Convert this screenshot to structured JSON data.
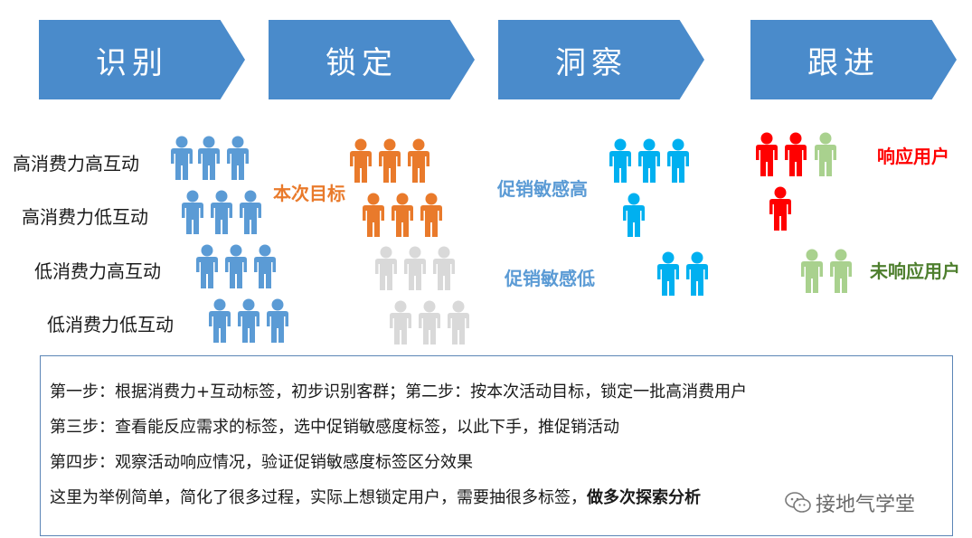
{
  "header": {
    "stages": [
      {
        "label": "识别",
        "color": "#4A8BCB"
      },
      {
        "label": "锁定",
        "color": "#4A8BCB"
      },
      {
        "label": "洞察",
        "color": "#4A8BCB"
      },
      {
        "label": "跟进",
        "color": "#4A8BCB"
      }
    ]
  },
  "rows": [
    {
      "label": "高消费力高互动"
    },
    {
      "label": "高消费力低互动"
    },
    {
      "label": "低消费力高互动"
    },
    {
      "label": "低消费力低互动"
    }
  ],
  "tags": {
    "target": {
      "text": "本次目标",
      "color": "#E97A2B"
    },
    "promo_high": {
      "text": "促销敏感高",
      "color": "#5B9BD5"
    },
    "promo_low": {
      "text": "促销敏感低",
      "color": "#5B9BD5"
    },
    "responded": {
      "text": "响应用户",
      "color": "#FF0000"
    },
    "not_responded": {
      "text": "未响应用户",
      "color": "#4E7F2E"
    }
  },
  "colors": {
    "blue": "#5B9BD5",
    "orange": "#E97A2B",
    "gray": "#D9D9D9",
    "cyan": "#00B0F0",
    "red": "#FF0000",
    "green": "#A9D18E"
  },
  "steps": {
    "line1": "第一步：根据消费力+互动标签，初步识别客群；第二步：按本次活动目标，锁定一批高消费用户",
    "line2": "第三步：查看能反应需求的标签，选中促销敏感度标签，以此下手，推促销活动",
    "line3": "第四步：观察活动响应情况，验证促销敏感度标签区分效果",
    "line4_normal": "这里为举例简单，简化了很多过程，实际上想锁定用户，需要抽很多标签，",
    "line4_bold": "做多次探索分析"
  },
  "watermark": {
    "text": "接地气学堂",
    "icon": "wechat-icon"
  }
}
